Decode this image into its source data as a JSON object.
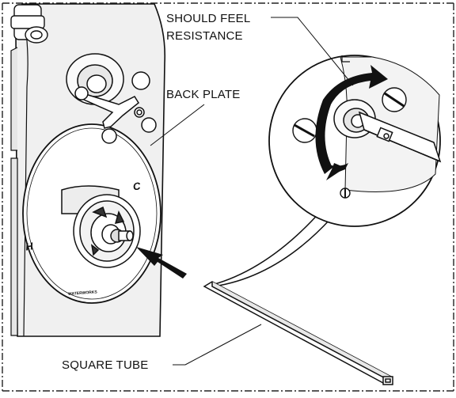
{
  "labels": {
    "should_feel_line1": "SHOULD FEEL",
    "should_feel_line2": "RESISTANCE",
    "back_plate": "BACK PLATE",
    "square_tube": "SQUARE TUBE",
    "hot_mark": "H",
    "cold_mark": "C",
    "brand_mark": "WATERWORKS"
  },
  "icons": {
    "rotation": "rotate-both-ways-arrow-icon",
    "insert": "insert-arrow-icon"
  },
  "colors": {
    "line": "#111111",
    "panel_shade": "#eeeeee",
    "frame_dash": "#222222"
  }
}
